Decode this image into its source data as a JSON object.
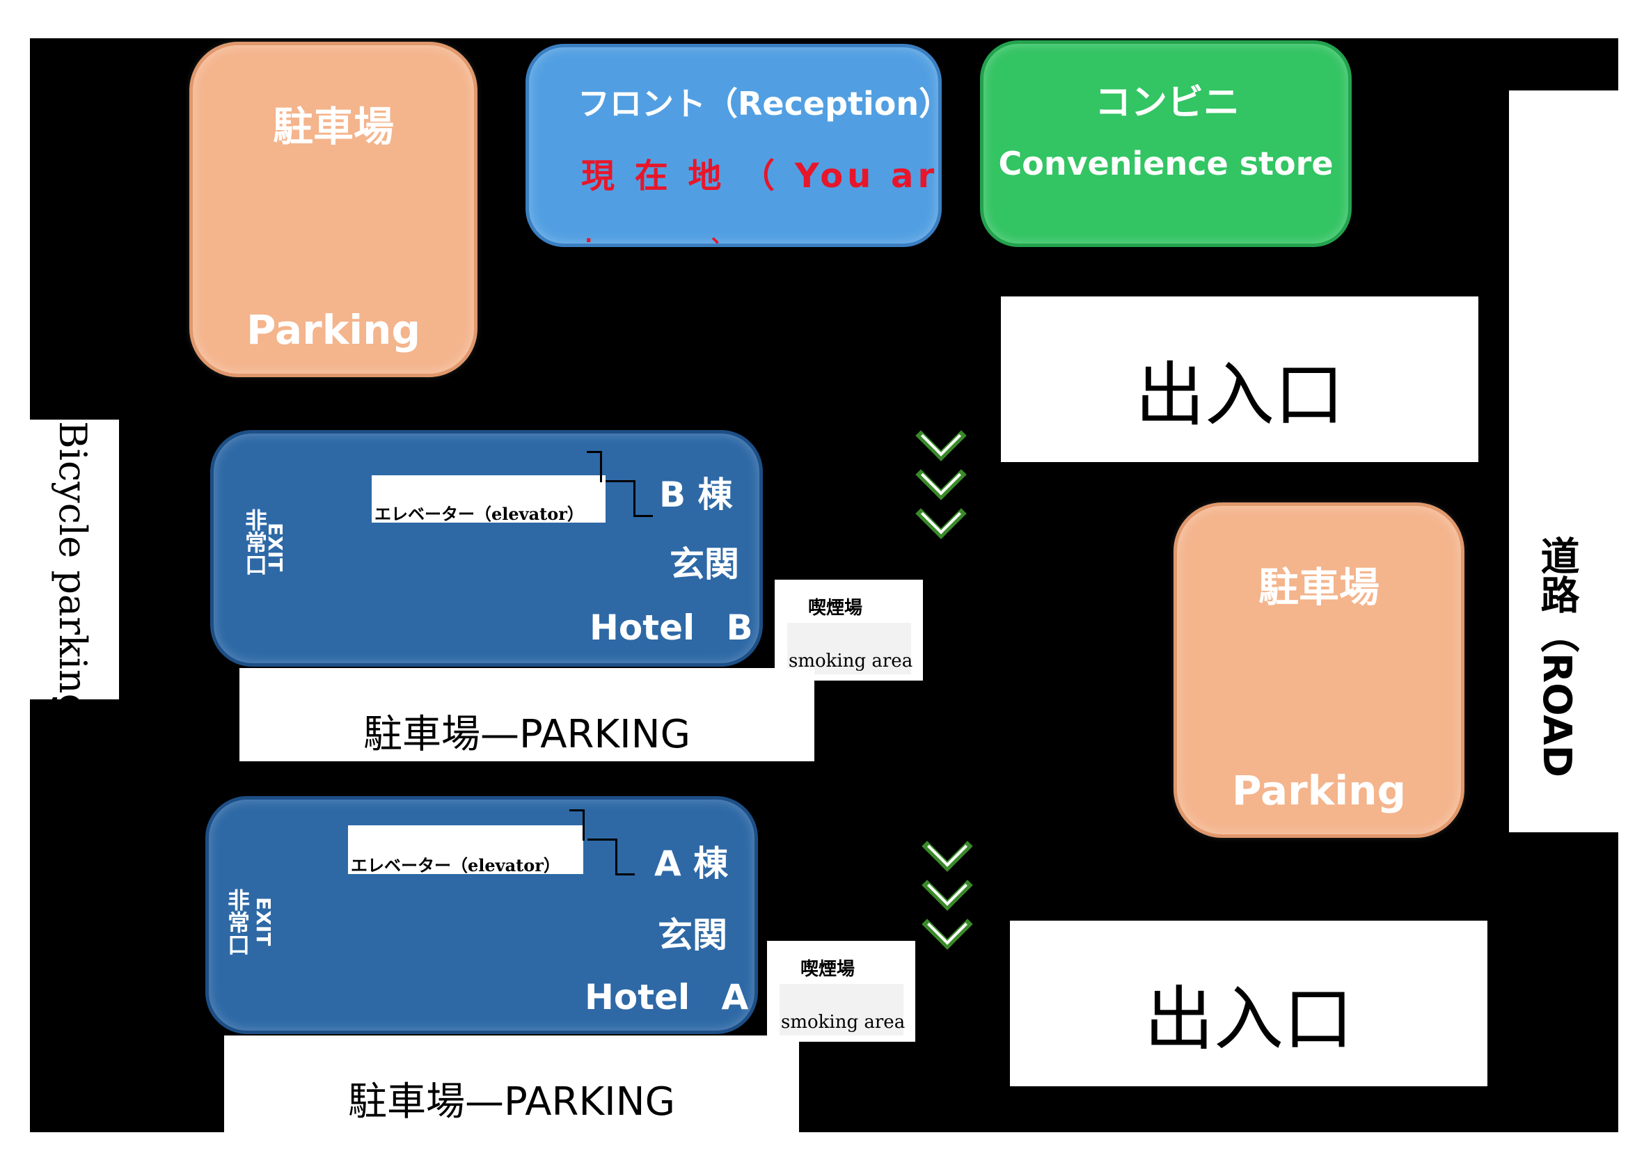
{
  "parking_top": {
    "jp": "駐車場",
    "en": "Parking"
  },
  "reception": {
    "title": "フロント（Reception）",
    "current": "現 在 地 （ You are",
    "current_cut": ". 、"
  },
  "store": {
    "jp": "コンビニ",
    "en": "Convenience store"
  },
  "entrance_top": {
    "label": "出入口"
  },
  "entrance_bottom": {
    "label": "出入口"
  },
  "bicycle": {
    "label": "Bicycle parking"
  },
  "road": {
    "label": "道路（ROAD"
  },
  "parking_right": {
    "jp": "駐車場",
    "en": "Parking"
  },
  "hotel_b": {
    "building": "B 棟",
    "entrance": "玄関",
    "name": "Hotel B",
    "elevator": "エレベーター（elevator）",
    "exit_jp": "非常口",
    "exit_en": "EXIT",
    "smoking_jp": "喫煙場",
    "smoking_en": "smoking area",
    "parking_strip": "駐車場—PARKING"
  },
  "hotel_a": {
    "building": "A 棟",
    "entrance": "玄関",
    "name": "Hotel A",
    "elevator": "エレベーター（elevator）",
    "exit_jp": "非常口",
    "exit_en": "EXIT",
    "smoking_jp": "喫煙場",
    "smoking_en": "smoking area",
    "parking_strip": "駐車場—PARKING"
  },
  "colors": {
    "parking": "#f4b48c",
    "reception": "#519fe2",
    "store": "#33c463",
    "hotel": "#2e69a6",
    "current_location": "#e8162a",
    "arrow": "#3a8a2a"
  },
  "icons": [
    "chevron-down-icon"
  ]
}
